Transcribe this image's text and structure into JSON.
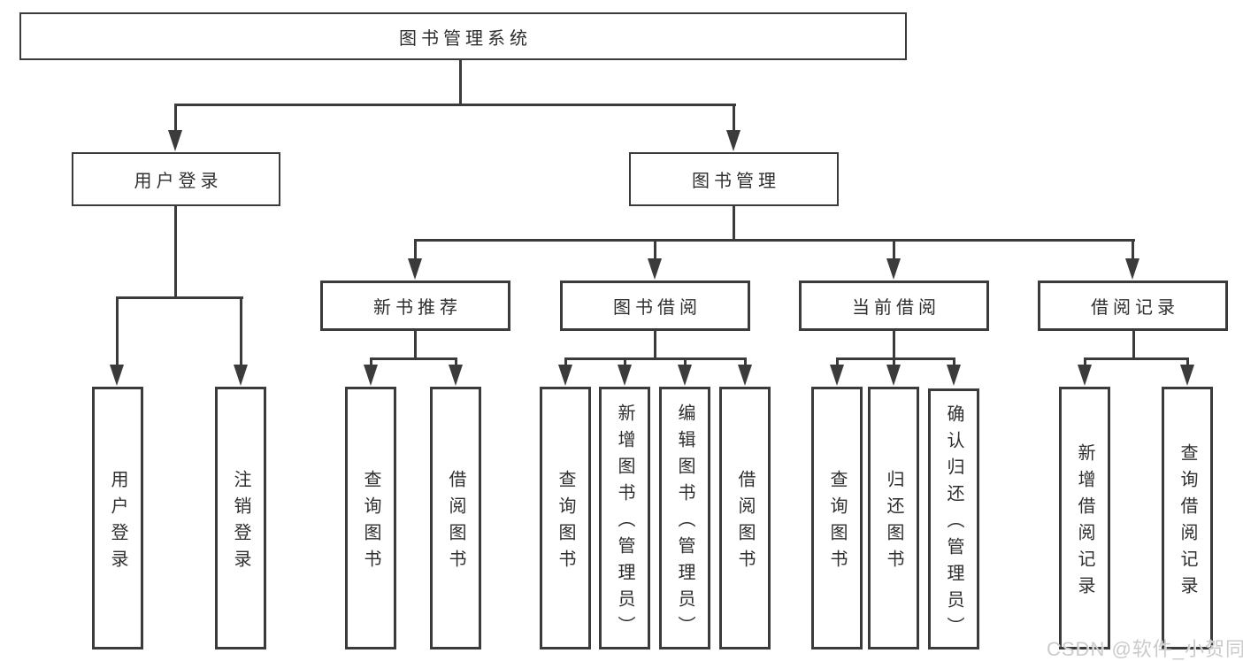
{
  "diagram": {
    "title": "图书管理系统",
    "level2": [
      {
        "label": "用户登录",
        "children": [
          {
            "label": "用户登录"
          },
          {
            "label": "注销登录"
          }
        ]
      },
      {
        "label": "图书管理",
        "children": [
          {
            "label": "新书推荐",
            "children": [
              {
                "label": "查询图书"
              },
              {
                "label": "借阅图书"
              }
            ]
          },
          {
            "label": "图书借阅",
            "children": [
              {
                "label": "查询图书"
              },
              {
                "label": "新增图书（管理员）"
              },
              {
                "label": "编辑图书（管理员）"
              },
              {
                "label": "借阅图书"
              }
            ]
          },
          {
            "label": "当前借阅",
            "children": [
              {
                "label": "查询图书"
              },
              {
                "label": "归还图书"
              },
              {
                "label": "确认归还（管理员）"
              }
            ]
          },
          {
            "label": "借阅记录",
            "children": [
              {
                "label": "新增借阅记录"
              },
              {
                "label": "查询借阅记录"
              }
            ]
          }
        ]
      }
    ]
  },
  "watermark": "CSDN @软件_小贺同学",
  "colors": {
    "line": "#3b3b3b",
    "text": "#2f2f2f",
    "watermark": "#cbcbcb",
    "background": "#ffffff"
  }
}
